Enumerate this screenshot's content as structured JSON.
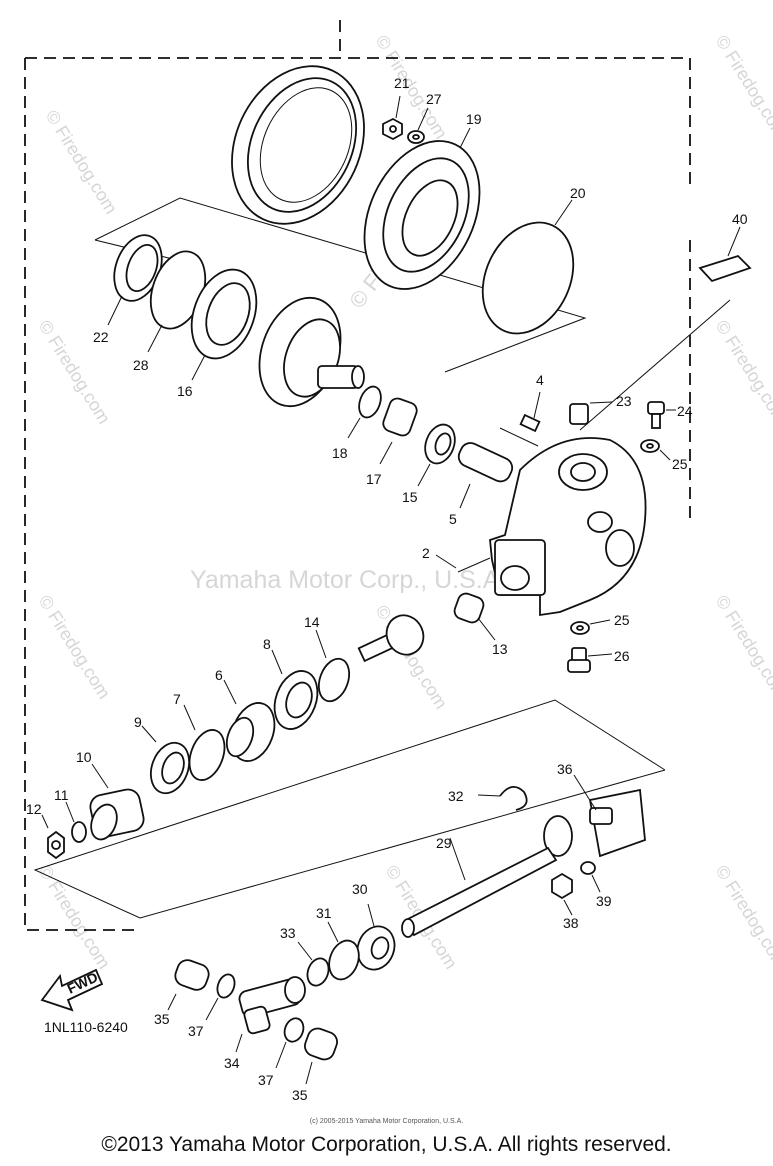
{
  "watermarks": {
    "center": "Yamaha Motor Corp., U.S.A.",
    "brand": "© Firedog.com",
    "brand_short": "Firedog.com"
  },
  "diagram_code": "1NL110-6240",
  "fwd_label": "FWD",
  "small_copyright": "(c) 2005-2015 Yamaha Motor Corporation, U.S.A.",
  "copyright": "©2013 Yamaha Motor Corporation, U.S.A. All rights reserved.",
  "part_labels": {
    "p2": "2",
    "p4": "4",
    "p5": "5",
    "p6": "6",
    "p7": "7",
    "p8": "8",
    "p9": "9",
    "p10": "10",
    "p11": "11",
    "p12": "12",
    "p13": "13",
    "p14": "14",
    "p15": "15",
    "p16": "16",
    "p17": "17",
    "p18": "18",
    "p19": "19",
    "p20": "20",
    "p21": "21",
    "p22": "22",
    "p23": "23",
    "p24": "24",
    "p25a": "25",
    "p25b": "25",
    "p26": "26",
    "p27": "27",
    "p28": "28",
    "p29": "29",
    "p30": "30",
    "p31": "31",
    "p32": "32",
    "p33": "33",
    "p34": "34",
    "p35a": "35",
    "p35b": "35",
    "p36": "36",
    "p37a": "37",
    "p37b": "37",
    "p38": "38",
    "p39": "39",
    "p40": "40"
  }
}
